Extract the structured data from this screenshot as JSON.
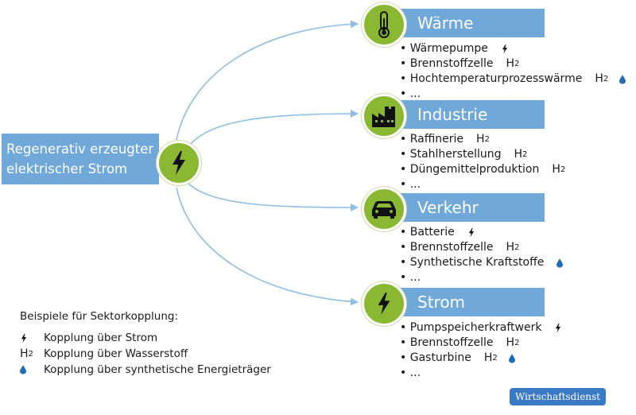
{
  "source": {
    "line1": "Regenerativ erzeugter",
    "line2": "elektrischer Strom",
    "icon": "lightning-icon"
  },
  "sectors": [
    {
      "title": "Wärme",
      "icon": "thermometer-icon",
      "items": [
        {
          "text": "Wärmepumpe",
          "symbols": [
            "strom"
          ]
        },
        {
          "text": "Brennstoffzelle",
          "symbols": [
            "h2"
          ]
        },
        {
          "text": "Hochtemperaturprozesswärme",
          "symbols": [
            "h2",
            "synth"
          ]
        },
        {
          "text": "...",
          "symbols": []
        }
      ]
    },
    {
      "title": "Industrie",
      "icon": "factory-icon",
      "items": [
        {
          "text": "Raffinerie",
          "symbols": [
            "h2"
          ]
        },
        {
          "text": "Stahlherstellung",
          "symbols": [
            "h2"
          ]
        },
        {
          "text": "Düngemittelproduktion",
          "symbols": [
            "h2"
          ]
        },
        {
          "text": "...",
          "symbols": []
        }
      ]
    },
    {
      "title": "Verkehr",
      "icon": "car-icon",
      "items": [
        {
          "text": "Batterie",
          "symbols": [
            "strom"
          ]
        },
        {
          "text": "Brennstoffzelle",
          "symbols": [
            "h2"
          ]
        },
        {
          "text": "Synthetische Kraftstoffe",
          "symbols": [
            "synth"
          ]
        },
        {
          "text": "...",
          "symbols": []
        }
      ]
    },
    {
      "title": "Strom",
      "icon": "lightning-icon",
      "items": [
        {
          "text": "Pumpspeicherkraftwerk",
          "symbols": [
            "strom"
          ]
        },
        {
          "text": "Brennstoffzelle",
          "symbols": [
            "h2"
          ]
        },
        {
          "text": "Gasturbine",
          "symbols": [
            "h2",
            "synth"
          ]
        },
        {
          "text": "...",
          "symbols": []
        }
      ]
    }
  ],
  "legend": {
    "title": "Beispiele für Sektorkopplung:",
    "rows": [
      {
        "symbol": "strom",
        "text": "Kopplung über Strom"
      },
      {
        "symbol": "h2",
        "text": "Kopplung über Wasserstoff"
      },
      {
        "symbol": "synth",
        "text": "Kopplung über synthetische Energieträger"
      }
    ]
  },
  "h2_label": {
    "main": "H",
    "sub": "2"
  },
  "badge": "Wirtschaftsdienst",
  "colors": {
    "box": "#6fa8d9",
    "circle": "#8ab833",
    "connector": "#8fbde3",
    "drop": "#1e6bb8",
    "badge": "#3a79c4"
  }
}
